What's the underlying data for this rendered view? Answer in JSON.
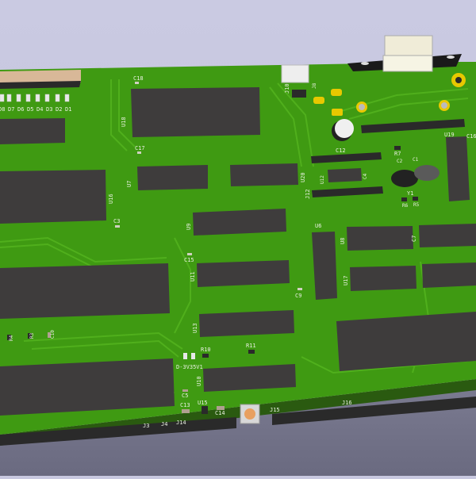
{
  "view": {
    "type": "3D PCB render",
    "background_top": "#c8c8e0",
    "background_bottom": "#6a6a80",
    "board_color": "#3f9a12",
    "trace_color": "#4cae1a",
    "silk_color": "#e8f0e0",
    "ic_color": "#3e3c3c",
    "pad_color": "#e8c800"
  },
  "labels": {
    "leds": [
      "D8",
      "D7",
      "D6",
      "D5",
      "D4",
      "D3",
      "D2",
      "D1"
    ],
    "C18": "C18",
    "U18": "U18",
    "C17": "C17",
    "U7": "U7",
    "U20": "U20",
    "J10": "J10",
    "J8": "J8",
    "C12": "C12",
    "J12": "J12",
    "U12": "U12",
    "C4": "C4",
    "C2": "C2",
    "C1": "C1",
    "R7": "R7",
    "Y1": "Y1",
    "R6": "R6",
    "R5": "R5",
    "U19": "U19",
    "C16": "C16",
    "U16": "U16",
    "C3": "C3",
    "U9": "U9",
    "C15": "C15",
    "U11": "U11",
    "U6": "U6",
    "U8": "U8",
    "C7": "C7",
    "U17": "U17",
    "C9": "C9",
    "R4": "R4",
    "R3": "R3",
    "C10": "C10",
    "U13": "U13",
    "R10": "R10",
    "R11": "R11",
    "D_LABEL": "D-3V35V1",
    "U10": "U10",
    "C5": "C5",
    "C13": "C13",
    "U15": "U15",
    "C14": "C14",
    "J3": "J3",
    "J4": "J4",
    "J14": "J14",
    "J15": "J15",
    "J16": "J16"
  }
}
